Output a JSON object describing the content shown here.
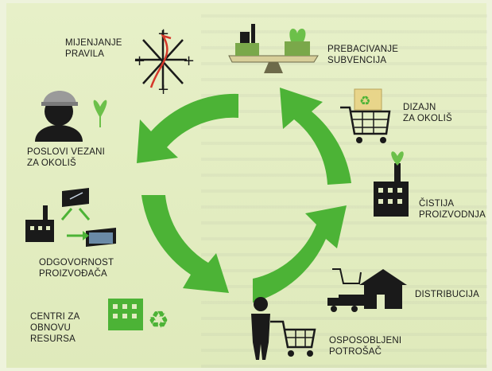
{
  "labels": {
    "mijenjanje": [
      "MIJENJANJE",
      "PRAVILA"
    ],
    "prebacivanje": [
      "PREBACIVANJE",
      "SUBVENCIJA"
    ],
    "dizajn": [
      "DIZAJN",
      "ZA OKOLIŠ"
    ],
    "cistija": [
      "ČISTIJA",
      "PROIZVODNJA"
    ],
    "distribucija": [
      "DISTRIBUCIJA"
    ],
    "osposobljeni": [
      "OSPOSOBLJENI",
      "POTROŠAČ"
    ],
    "centri": [
      "CENTRI ZA",
      "OBNOVU",
      "RESURSA"
    ],
    "odgovornost": [
      "ODGOVORNOST",
      "PROIZVOĐAČA"
    ],
    "poslovi": [
      "POSLOVI VEZANI",
      "ZA OKOLIŠ"
    ]
  },
  "icons": [
    "changing-rules-icon",
    "subsidy-scale-icon",
    "recycle-cart-icon",
    "clean-factory-icon",
    "delivery-house-icon",
    "consumer-cart-icon",
    "recycle-building-icon",
    "producer-responsibility-icon",
    "worker-helmet-icon"
  ],
  "colors": {
    "arrow": "#4cb336",
    "arrow_dark": "#2f8f2a",
    "background": "#e2ecc1",
    "icon": "#1a1a1a",
    "leaf": "#6cc04a"
  }
}
